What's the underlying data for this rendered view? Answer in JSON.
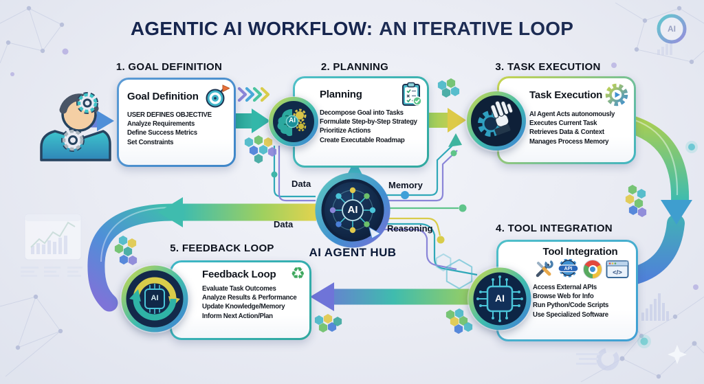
{
  "title": {
    "part1": "AGENTIC AI WORKFLOW:",
    "part2": "AN ITERATIVE LOOP"
  },
  "hub": {
    "label": "AI AGENT HUB",
    "ai": "AI",
    "ports": {
      "data_top": "Data",
      "memory": "Memory",
      "data_bottom": "Data",
      "reasoning": "Reasoning"
    }
  },
  "steps": [
    {
      "header": "1. GOAL DEFINITION",
      "title": "Goal Definition",
      "lines": [
        "USER DEFINES OBJECTIVE",
        "Analyze Requirements",
        "Define Success Metrics",
        "Set Constraints"
      ]
    },
    {
      "header": "2. PLANNING",
      "title": "Planning",
      "lines": [
        "Decompose Goal into Tasks",
        "Formulate Step-by-Step Strategy",
        "Prioritize Actions",
        "Create Executable Roadmap"
      ]
    },
    {
      "header": "3. TASK EXECUTION",
      "title": "Task Execution",
      "lines": [
        "AI Agent Acts autonomously",
        "Executes Current Task",
        "Retrieves Data & Context",
        "Manages Process Memory"
      ]
    },
    {
      "header": "4. TOOL INTEGRATION",
      "title": "Tool Integration",
      "lines": [
        "Access External APIs",
        "Browse Web for Info",
        "Run Python/Code Scripts",
        "Use Specialized Software"
      ]
    },
    {
      "header": "5. FEEDBACK LOOP",
      "title": "Feedback Loop",
      "lines": [
        "Evaluate Task Outcomes",
        "Analyze Results & Performance",
        "Update Knowledge/Memory",
        "Inform Next Action/Plan"
      ]
    }
  ],
  "badges": {
    "planning_ai": "AI",
    "tool_ai": "AI",
    "feedback_ai": "AI",
    "watermark_ai": "AI"
  },
  "icons": {
    "api_label": "API",
    "code_label": "</>",
    "recycle_glyph": "♻"
  },
  "colors": {
    "teal": "#2fb3a6",
    "blue": "#3f7fd8",
    "purple": "#7a6fd8",
    "yellow": "#e2ce4e",
    "green": "#8fcf5f",
    "navy": "#17264f"
  }
}
